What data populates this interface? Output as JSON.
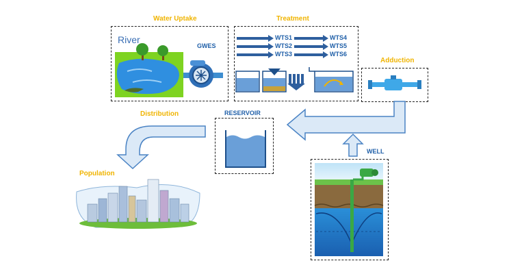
{
  "sections": {
    "uptake": "Water Uptake",
    "treatment": "Treatment",
    "adduction": "Adduction",
    "distribution": "Distribution",
    "population": "Population"
  },
  "uptake_box": {
    "river": "River",
    "gwes": "GWES"
  },
  "treatment_box": {
    "left_arrows": [
      "WTS1",
      "WTS2",
      "WTS3"
    ],
    "right_arrows": [
      "WTS4",
      "WTS5",
      "WTS6"
    ]
  },
  "reservoir": "RESERVOIR",
  "well": "WELL",
  "colors": {
    "label": "#f0b400",
    "pipe_fill": "#dbe9f7",
    "pipe_stroke": "#4a83c4",
    "water": "#6a9fd8",
    "arrow": "#2e5f9e"
  }
}
